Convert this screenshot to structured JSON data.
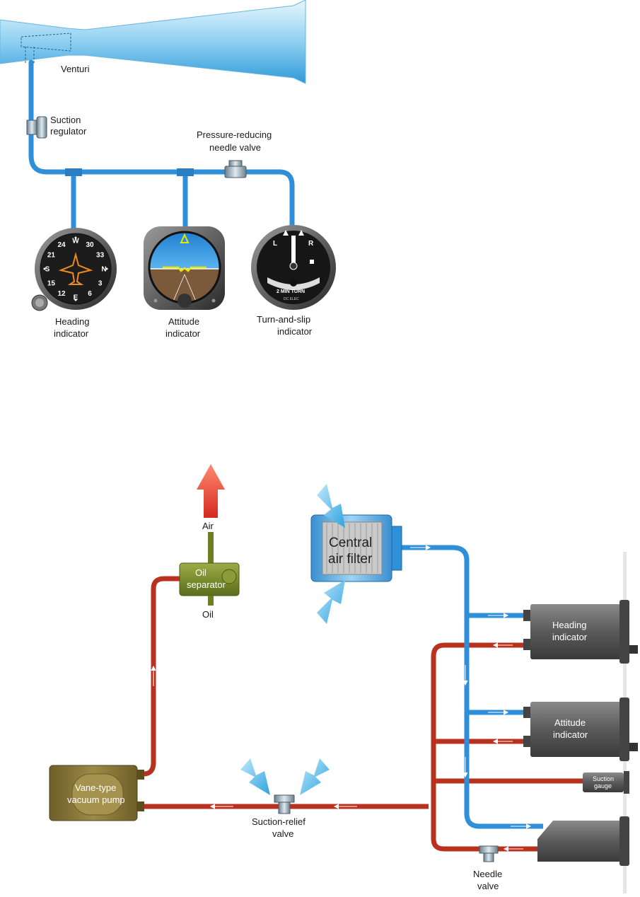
{
  "venturi_system": {
    "venturi": "Venturi",
    "suction_regulator": [
      "Suction",
      "regulator"
    ],
    "pressure_reducing_valve": [
      "Pressure-reducing",
      "needle valve"
    ],
    "heading_indicator": [
      "Heading",
      "indicator"
    ],
    "attitude_indicator": [
      "Attitude",
      "indicator"
    ],
    "turn_and_slip_indicator": [
      "Turn-and-slip",
      "indicator"
    ],
    "heading_dial_numbers": [
      "W",
      "30",
      "33",
      "N",
      "3",
      "6",
      "E",
      "12",
      "15",
      "S",
      "21",
      "24"
    ],
    "turn_dial": {
      "left": "L",
      "right": "R",
      "line1": "2  MIN  TURN",
      "line2": "DC  ELEC"
    }
  },
  "pump_system": {
    "exhaust": "Air",
    "oil_separator": [
      "Oil",
      "separator"
    ],
    "oil": "Oil",
    "central_air_filter": [
      "Central",
      "air filter"
    ],
    "vacuum_pump": [
      "Vane-type",
      "vacuum pump"
    ],
    "suction_relief_valve": [
      "Suction-relief",
      "valve"
    ],
    "heading_indicator": [
      "Heading",
      "indicator"
    ],
    "attitude_indicator": [
      "Attitude",
      "indicator"
    ],
    "suction_gauge": [
      "Suction",
      "gauge"
    ],
    "needle_valve": [
      "Needle",
      "valve"
    ]
  },
  "colors": {
    "suction_line": "#2f8fd8",
    "pressure_line": "#b8321f",
    "inflow_arrow": "#4fb7ea",
    "exhaust_arrow": "#e0453a",
    "instrument_body": "#5a5a5a",
    "pump_body": "#8c7a3c",
    "separator_body": "#7a8c2c"
  }
}
